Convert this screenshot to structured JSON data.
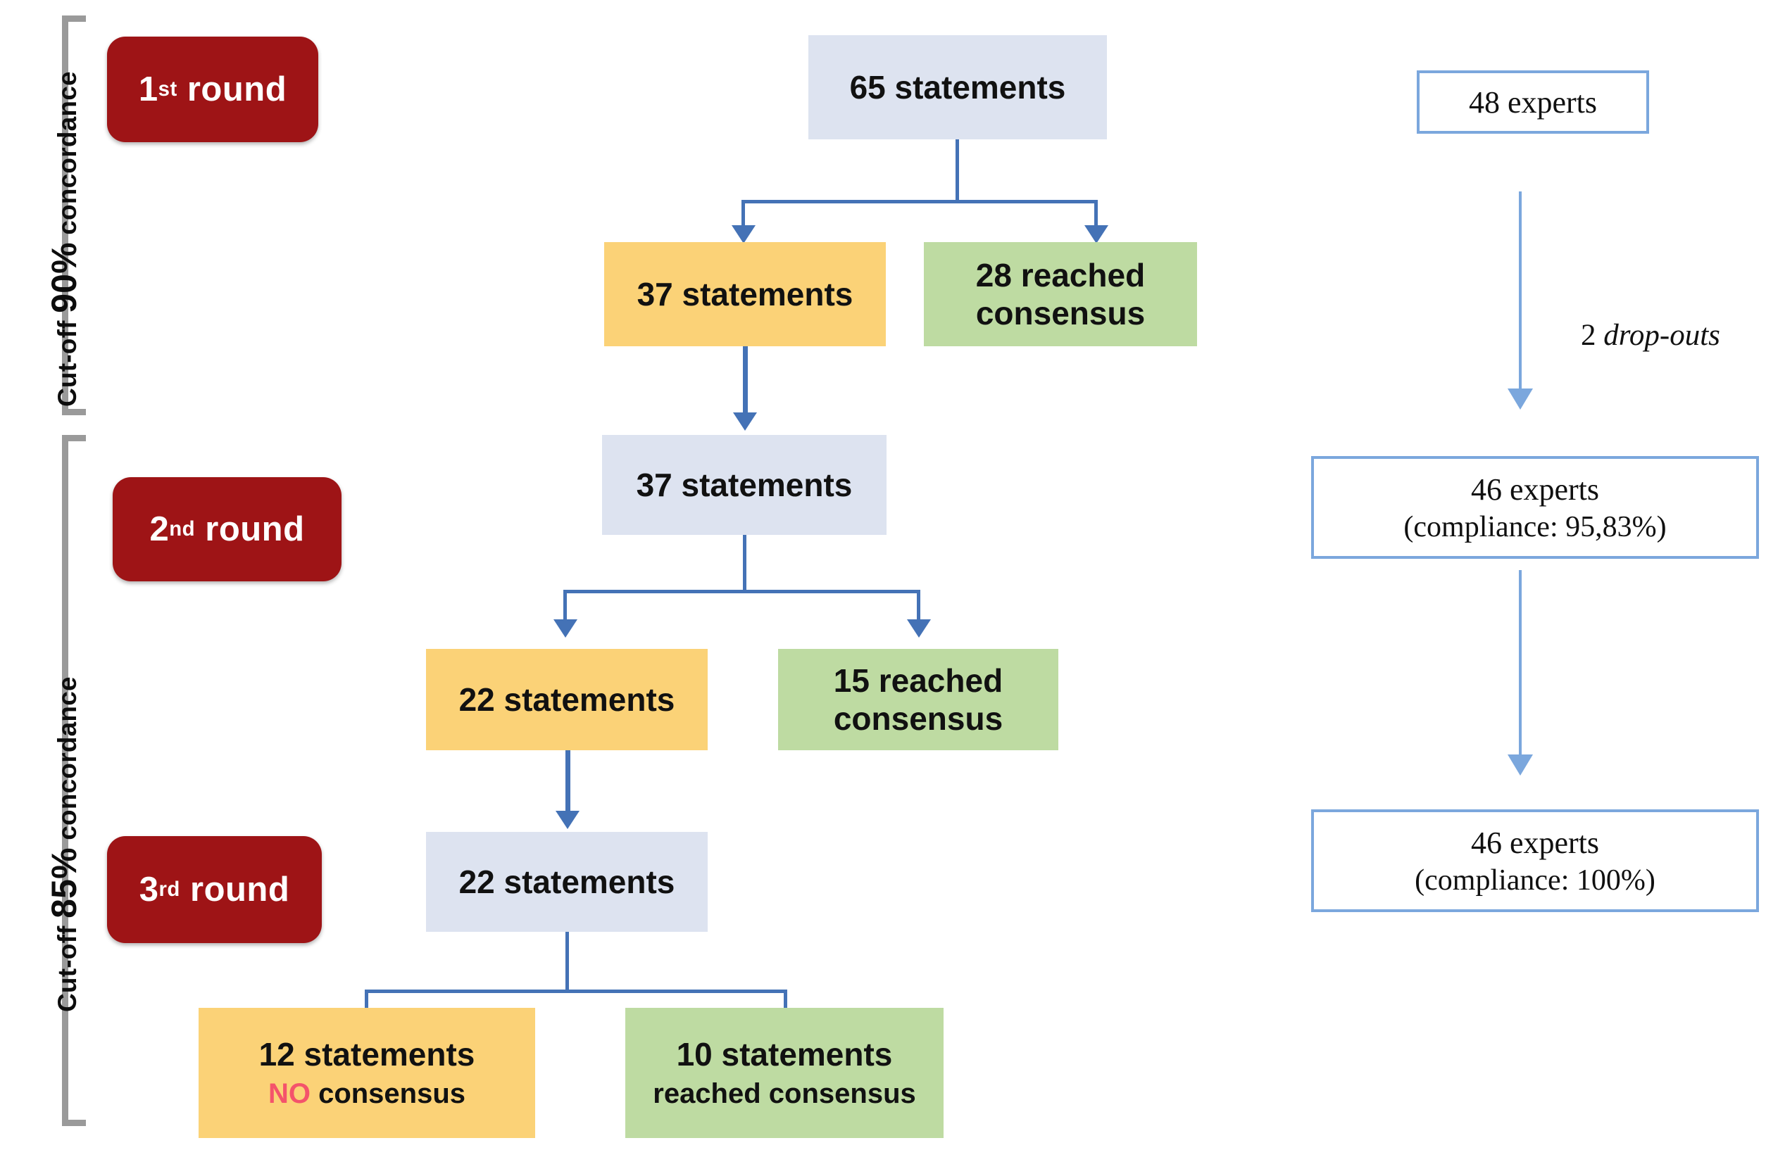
{
  "diagram": {
    "title": "Delphi consensus flowchart",
    "colors": {
      "round_pill": "#9e1416",
      "blue_box": "#dde3f0",
      "orange_box": "#fbd277",
      "green_box": "#bedba2",
      "connector": "#4472b6",
      "expert_border": "#7ba7dd",
      "no_consensus_text": "#f4536b",
      "bracket": "#9a9a9a"
    }
  },
  "brackets": [
    {
      "prefix": "Cut-off ",
      "emphasis": "90%",
      "suffix": " concordance"
    },
    {
      "prefix": "Cut-off ",
      "emphasis": "85%",
      "suffix": " concordance"
    }
  ],
  "rounds": [
    {
      "ordinal": "1",
      "suffix": "st",
      "label": "round"
    },
    {
      "ordinal": "2",
      "suffix": "nd",
      "label": "round"
    },
    {
      "ordinal": "3",
      "suffix": "rd",
      "label": "round"
    }
  ],
  "statements_flow": [
    {
      "id": "r1-input",
      "type": "blue",
      "line1": "65 statements"
    },
    {
      "id": "r1-remaining",
      "type": "orange",
      "line1": "37 statements"
    },
    {
      "id": "r1-consensus",
      "type": "green",
      "line1": "28 reached",
      "line2": "consensus"
    },
    {
      "id": "r2-input",
      "type": "blue",
      "line1": "37 statements"
    },
    {
      "id": "r2-remaining",
      "type": "orange",
      "line1": "22 statements"
    },
    {
      "id": "r2-consensus",
      "type": "green",
      "line1": "15 reached",
      "line2": "consensus"
    },
    {
      "id": "r3-input",
      "type": "blue",
      "line1": "22 statements"
    },
    {
      "id": "r3-no-consensus",
      "type": "orange",
      "line1": "12 statements",
      "sub_strong": "NO",
      "sub_rest": " consensus"
    },
    {
      "id": "r3-consensus",
      "type": "green",
      "line1": "10 statements",
      "sub_rest": "reached consensus"
    }
  ],
  "experts_flow": [
    {
      "id": "experts-initial",
      "line1": "48  experts"
    },
    {
      "id": "experts-round2",
      "line1": "46 experts",
      "line2": "(compliance: 95,83%)"
    },
    {
      "id": "experts-round3",
      "line1": "46 experts",
      "line2": "(compliance: 100%)"
    }
  ],
  "annotations": {
    "dropouts_count": "2 ",
    "dropouts_label": "drop-outs"
  }
}
